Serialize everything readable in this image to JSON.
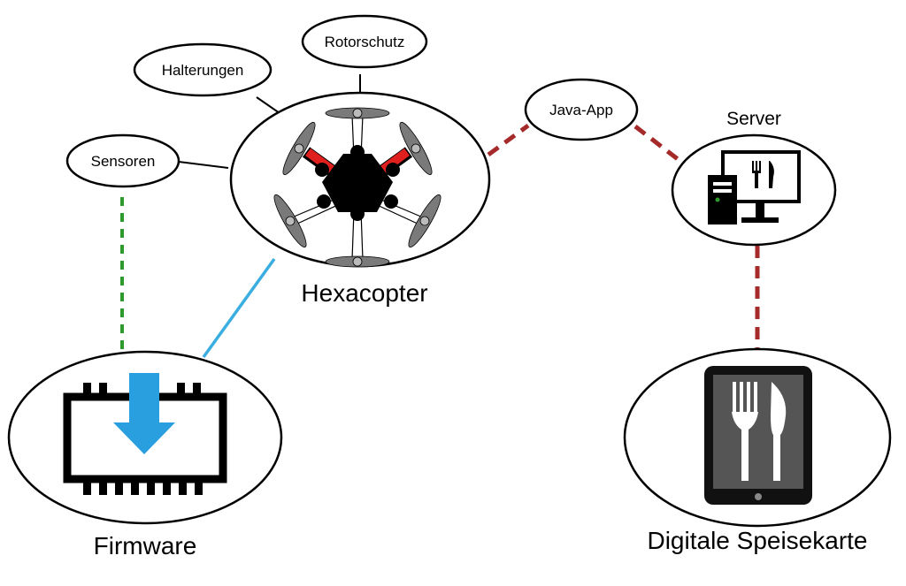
{
  "diagram": {
    "nodes": {
      "hexacopter": {
        "label": "Hexacopter",
        "icon": "hexacopter-drone-icon"
      },
      "server": {
        "label": "Server",
        "icon": "server-computer-icon"
      },
      "firmware": {
        "label": "Firmware",
        "icon": "chip-download-icon"
      },
      "speisekarte": {
        "label": "Digitale Speisekarte",
        "icon": "tablet-cutlery-icon"
      }
    },
    "bubbles": {
      "rotorschutz": "Rotorschutz",
      "halterungen": "Halterungen",
      "sensoren": "Sensoren",
      "javaapp": "Java-App"
    },
    "colors": {
      "dashed_red": "#a52a2a",
      "dashed_green": "#2e9a2e",
      "solid_blue": "#3aaee0",
      "arm_red": "#e0201f",
      "propeller_gray": "#7a7a7a",
      "tablet_dark": "#111111",
      "tablet_screen": "#555555"
    }
  }
}
